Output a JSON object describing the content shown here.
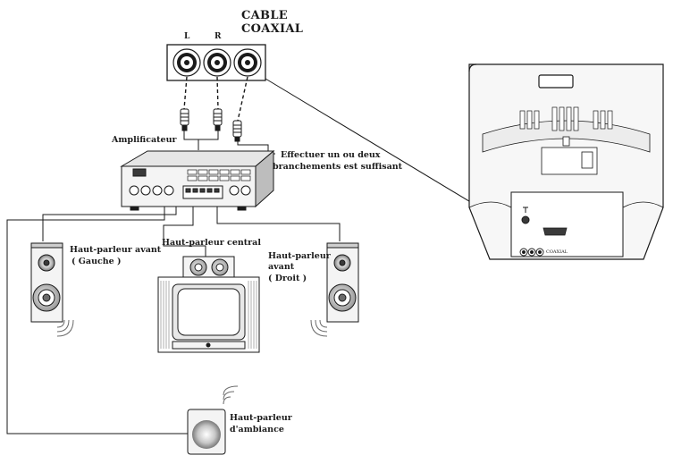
{
  "title": {
    "line1": "CABLE",
    "line2": "COAXIAL"
  },
  "jack_labels": {
    "left": "L",
    "right": "R"
  },
  "labels": {
    "amplifier": "Amplificateur",
    "note_line1": "Effectuer un ou deux",
    "note_line2": "branchements est suffisant",
    "front_left_line1": "Haut-parleur avant",
    "front_left_line2": "( Gauche )",
    "center": "Haut-parleur central",
    "front_right_line1": "Haut-parleur",
    "front_right_line2": "avant",
    "front_right_line3": "( Droit )",
    "surround_line1": "Haut-parleur",
    "surround_line2": "d'ambiance"
  },
  "tv_rear_panel": {
    "coaxial_tag": "COAXIAL"
  },
  "colors": {
    "line": "#1a1a1a",
    "fill_light": "#f2f2f2",
    "fill_mid": "#cfcfcf",
    "fill_dark": "#3a3a3a"
  }
}
